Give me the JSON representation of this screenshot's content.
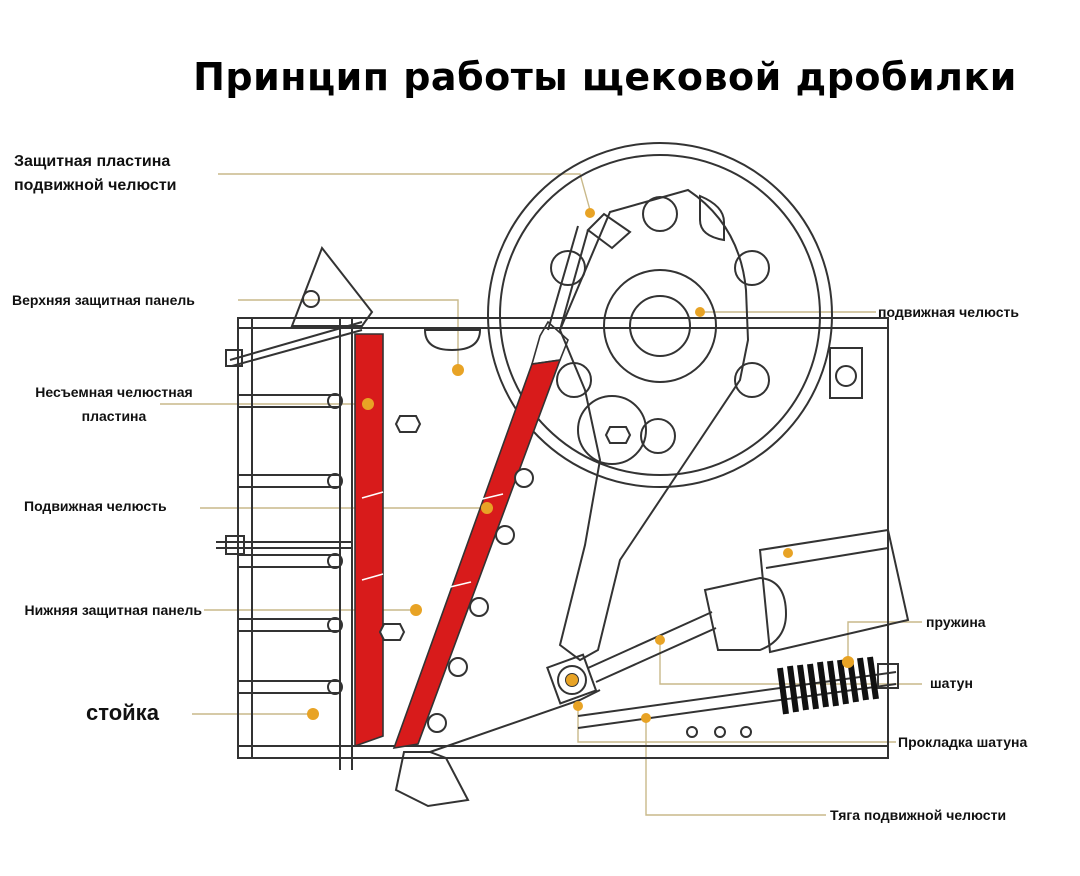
{
  "title": "Принцип работы щековой дробилки",
  "colors": {
    "jaw_plate": "#d81b1b",
    "line": "#333333",
    "leader": "#c9b98a",
    "dot": "#e8a325",
    "background": "#ffffff"
  },
  "labels": {
    "moving_jaw_guard_line1": "Защитная пластина",
    "moving_jaw_guard_line2": "подвижной челюсти",
    "upper_guard_panel": "Верхняя защитная панель",
    "fixed_jaw_plate_line1": "Несъемная челюстная",
    "fixed_jaw_plate_line2": "пластина",
    "moving_jaw_left": "Подвижная челюсть",
    "lower_guard_panel": "Нижняя защитная панель",
    "stand": "стойка",
    "moving_jaw_right": "подвижная челюсть",
    "spring": "пружина",
    "connecting_rod": "шатун",
    "rod_gasket": "Прокладка шатуна",
    "jaw_tie_rod": "Тяга подвижной челюсти"
  }
}
